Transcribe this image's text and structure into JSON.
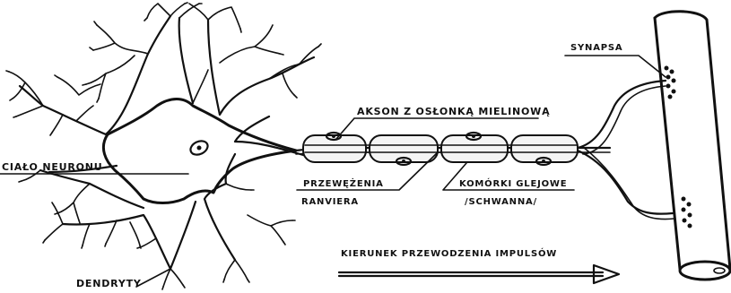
{
  "labels": {
    "cell_body": "CIAŁO NEURONU",
    "dendrites": "DENDRYTY",
    "axon": "AKSON Z OSŁONKĄ MIELINOWĄ",
    "nodes_line1": "PRZEWĘŻENIA",
    "nodes_line2": "RANVIERA",
    "glial_line1": "KOMÓRKI GLEJOWE",
    "glial_line2": "/SCHWANNA/",
    "synapse": "SYNAPSA",
    "direction": "KIERUNEK  PRZEWODZENIA  IMPULSÓW"
  }
}
